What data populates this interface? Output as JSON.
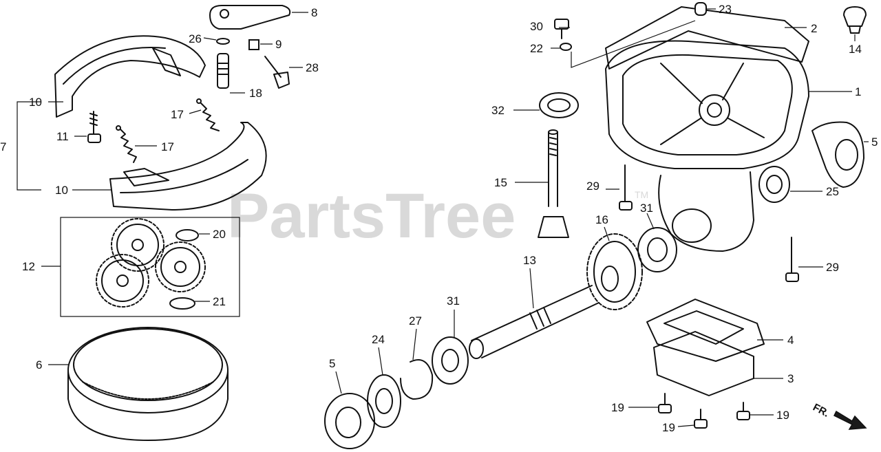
{
  "watermark": {
    "text": "PartsTree",
    "tm": "TM"
  },
  "direction_label": "FR.",
  "callouts": {
    "c1": "1",
    "c2": "2",
    "c3": "3",
    "c4": "4",
    "c5a": "5",
    "c5b": "5",
    "c6": "6",
    "c7": "7",
    "c8": "8",
    "c9": "9",
    "c10a": "10",
    "c10b": "10",
    "c11": "11",
    "c12": "12",
    "c13": "13",
    "c14": "14",
    "c15": "15",
    "c16": "16",
    "c17a": "17",
    "c17b": "17",
    "c18": "18",
    "c19a": "19",
    "c19b": "19",
    "c19c": "19",
    "c20": "20",
    "c21": "21",
    "c22": "22",
    "c23": "23",
    "c24": "24",
    "c25": "25",
    "c26": "26",
    "c27": "27",
    "c28": "28",
    "c29a": "29",
    "c29b": "29",
    "c30": "30",
    "c31a": "31",
    "c31b": "31",
    "c32": "32"
  },
  "colors": {
    "line": "#111111",
    "watermark": "#d9d9d9",
    "background": "#ffffff"
  }
}
